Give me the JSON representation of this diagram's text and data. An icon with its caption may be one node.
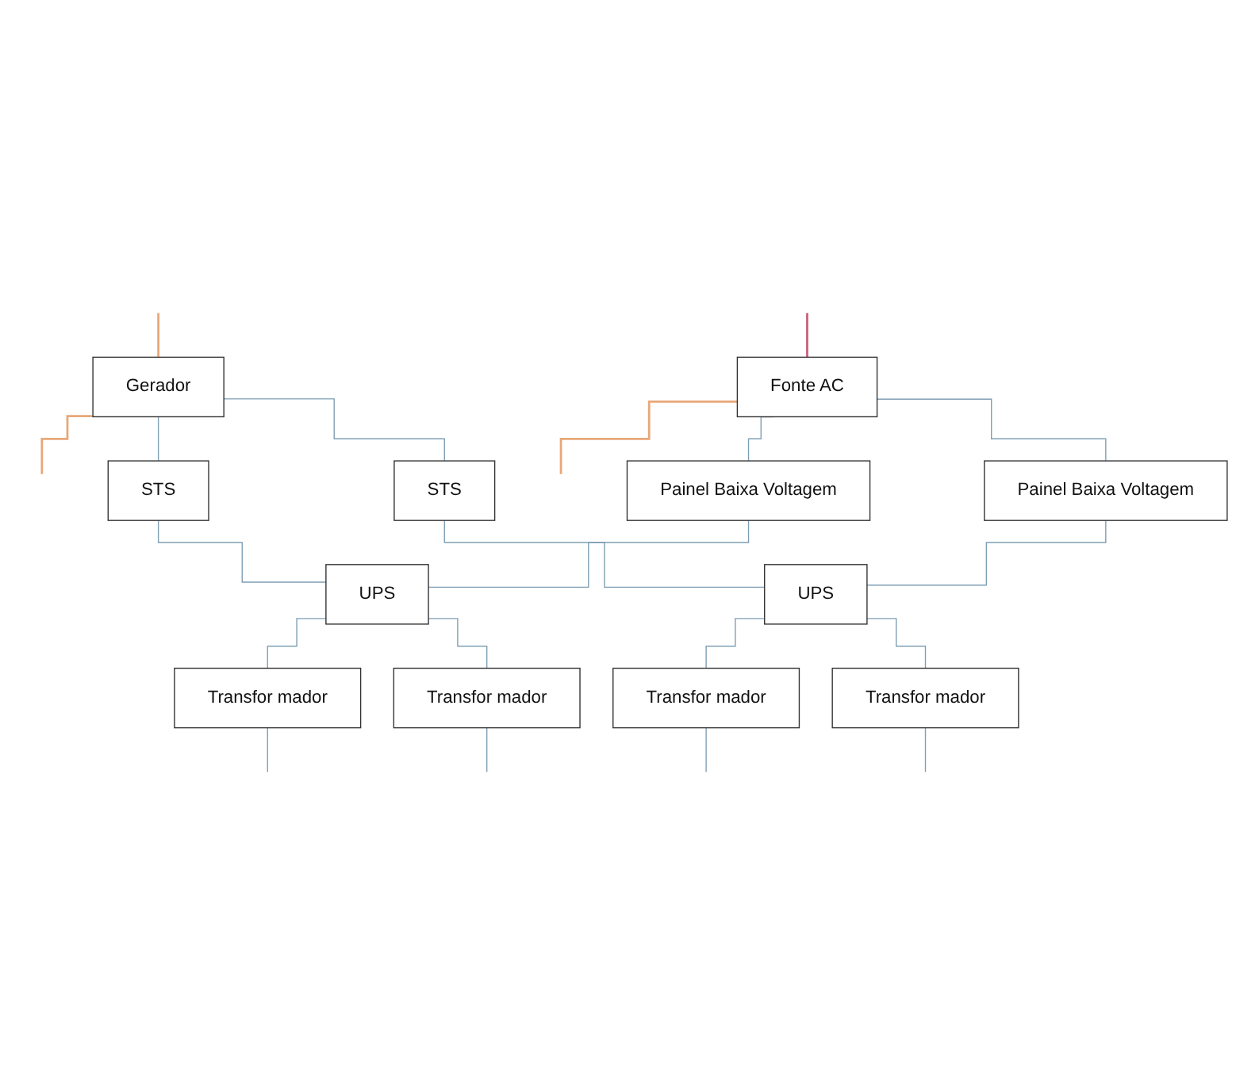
{
  "diagram": {
    "nodes": [
      {
        "text": [
          "Gerador"
        ]
      },
      {
        "text": [
          "Fonte AC"
        ]
      },
      {
        "text": [
          "Painel Baixa Voltagem"
        ]
      },
      {
        "text": [
          "STS"
        ]
      },
      {
        "text": [
          "STS"
        ]
      },
      {
        "text": [
          "Painel Baixa Voltagem"
        ]
      },
      {
        "text": [
          "UPS"
        ]
      },
      {
        "text": [
          "UPS"
        ]
      },
      {
        "text": [
          "Transfor mador"
        ]
      },
      {
        "text": [
          "Transfor mador"
        ]
      },
      {
        "text": [
          "Transfor mador"
        ]
      },
      {
        "text": [
          "Transfor mador"
        ]
      }
    ],
    "edges": [
      {
        "from": null,
        "to": 0,
        "arrow": "none",
        "color": "#e8a878"
      },
      {
        "from": 0,
        "to": null,
        "arrow": "none",
        "color": "#e8a878"
      },
      {
        "from": null,
        "to": 1,
        "arrow": "none",
        "color": "#c8607a"
      },
      {
        "from": 1,
        "to": null,
        "arrow": "none",
        "color": "#e8a878"
      },
      {
        "from": 1,
        "to": 2,
        "arrow": "none"
      },
      {
        "from": 1,
        "to": 5,
        "arrow": "none"
      },
      {
        "from": 0,
        "to": 3,
        "arrow": "none"
      },
      {
        "from": 0,
        "to": 4,
        "arrow": "none"
      },
      {
        "from": 2,
        "to": 6,
        "arrow": "none"
      },
      {
        "from": 3,
        "to": 6,
        "arrow": "none"
      },
      {
        "from": 4,
        "to": 7,
        "arrow": "none"
      },
      {
        "from": 5,
        "to": 7,
        "arrow": "none"
      },
      {
        "from": 6,
        "to": 8,
        "arrow": "none"
      },
      {
        "from": 6,
        "to": 9,
        "arrow": "none"
      },
      {
        "from": 7,
        "to": 10,
        "arrow": "none"
      },
      {
        "from": 7,
        "to": 11,
        "arrow": "none"
      },
      {
        "from": 8,
        "to": null,
        "arrow": "none"
      },
      {
        "from": 9,
        "to": null,
        "arrow": "none"
      },
      {
        "from": 10,
        "to": null,
        "arrow": "none"
      },
      {
        "from": 11,
        "to": null,
        "arrow": "none"
      }
    ]
  }
}
